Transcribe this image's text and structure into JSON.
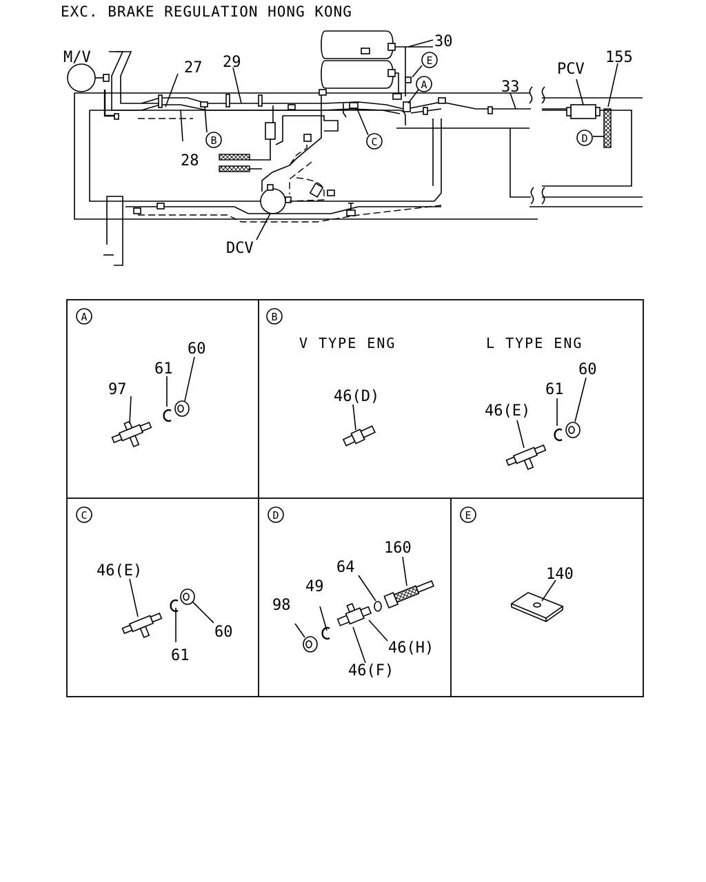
{
  "title": "EXC. BRAKE REGULATION HONG KONG",
  "overview": {
    "labels": {
      "mv": "M/V",
      "p27": "27",
      "p29": "29",
      "p30": "30",
      "p28": "28",
      "p33": "33",
      "pcv": "PCV",
      "p155": "155",
      "dcv": "DCV"
    },
    "callouts": [
      "A",
      "B",
      "C",
      "D",
      "E"
    ]
  },
  "details": {
    "A": {
      "letter": "A",
      "parts": [
        "97",
        "61",
        "60"
      ]
    },
    "B": {
      "letter": "B",
      "v_heading": "V TYPE ENG",
      "l_heading": "L TYPE ENG",
      "v_parts": [
        "46(D)"
      ],
      "l_parts": [
        "46(E)",
        "61",
        "60"
      ]
    },
    "C": {
      "letter": "C",
      "parts": [
        "46(E)",
        "61",
        "60"
      ]
    },
    "D": {
      "letter": "D",
      "parts": [
        "98",
        "49",
        "64",
        "160",
        "46(H)",
        "46(F)"
      ]
    },
    "E": {
      "letter": "E",
      "parts": [
        "140"
      ]
    }
  }
}
